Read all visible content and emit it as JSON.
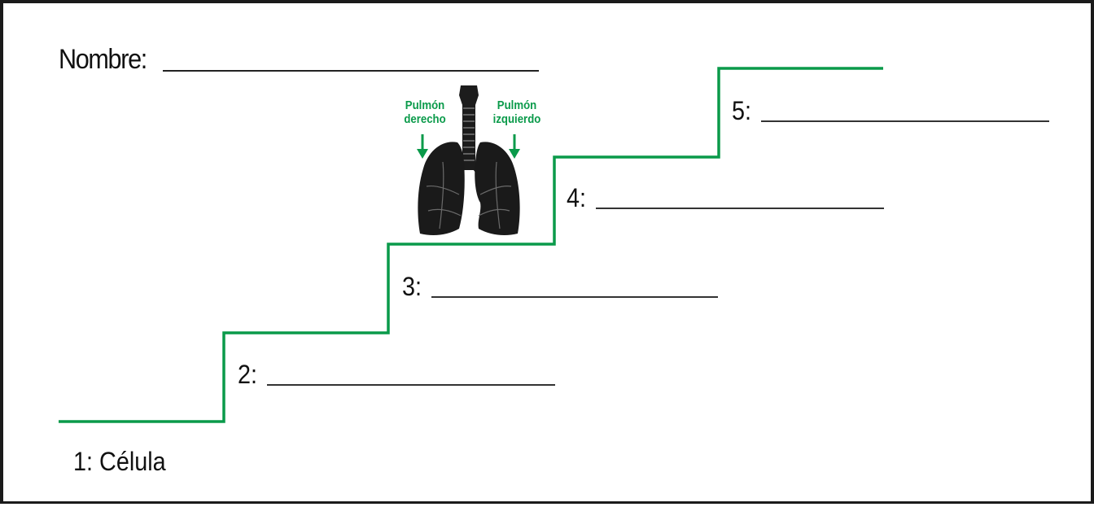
{
  "worksheet": {
    "name_label": "Nombre:",
    "steps": [
      {
        "label": "1: Célula"
      },
      {
        "label": "2:"
      },
      {
        "label": "3:"
      },
      {
        "label": "4:"
      },
      {
        "label": "5:"
      }
    ],
    "diagram": {
      "left_label": "Pulmón\nderecho",
      "right_label": "Pulmón\nizquierdo"
    }
  },
  "colors": {
    "accent": "#0a9a4a",
    "text": "#111111",
    "border": "#1a1a1a"
  }
}
